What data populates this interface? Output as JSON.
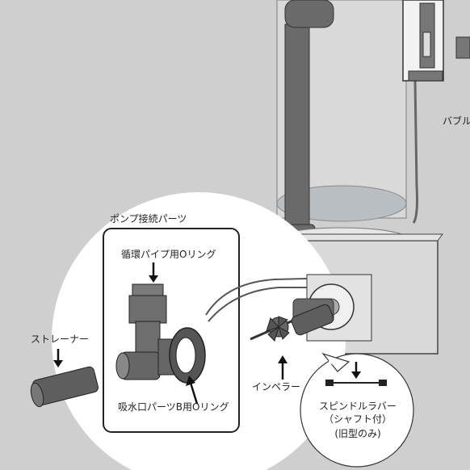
{
  "labels": {
    "pump_parts": "ポンプ接続パーツ",
    "oring_circ": "循環パイプ用Oリング",
    "strainer": "ストレーナー",
    "oring_inlet": "吸水口パーツB用Oリング",
    "impeller": "インペラー",
    "spindle_rubber": "スピンドルラバー",
    "shaft": "（シャフト付）",
    "old_type": "(旧型のみ)",
    "bubble_partial": "バブル"
  },
  "colors": {
    "background": "#cfcfcf",
    "highlight_circle": "#ffffff",
    "outline": "#222222",
    "part_gray": "#6f6f6f"
  }
}
